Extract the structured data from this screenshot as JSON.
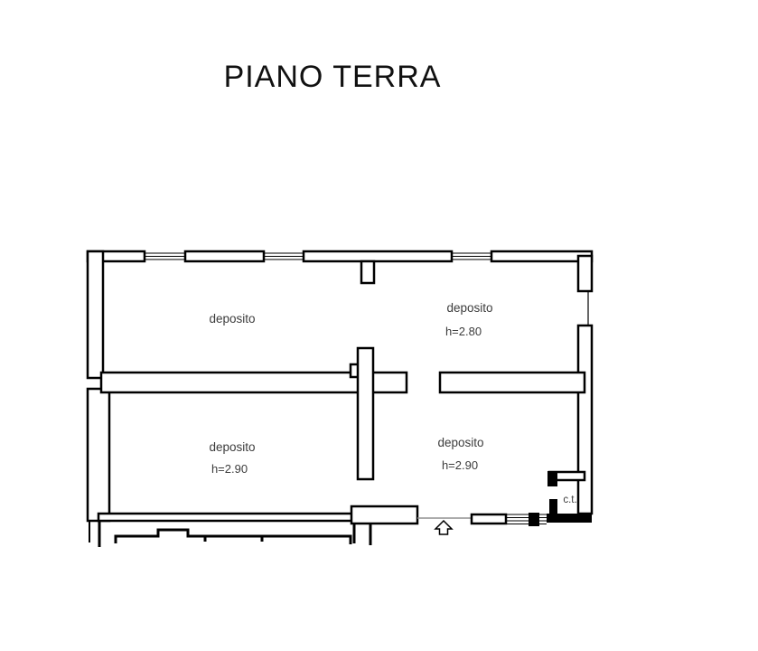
{
  "page": {
    "background": "#ffffff"
  },
  "title": "PIANO TERRA",
  "floor_plan": {
    "rooms": [
      {
        "id": "deposito-upper-left",
        "label": "deposito",
        "height_note": ""
      },
      {
        "id": "deposito-upper-right",
        "label": "deposito",
        "height_note": "h=2.80"
      },
      {
        "id": "deposito-lower-left",
        "label": "deposito",
        "height_note": "h=2.90"
      },
      {
        "id": "deposito-lower-right",
        "label": "deposito",
        "height_note": "h=2.90"
      },
      {
        "id": "ct-room",
        "label": "c.t.",
        "height_note": ""
      }
    ],
    "icons": [
      {
        "name": "entrance-arrow-icon",
        "meaning": "entrance direction arrow at door opening"
      },
      {
        "name": "window-icon",
        "meaning": "window shown as parallel thin lines in wall"
      }
    ],
    "colors": {
      "wall_stroke": "#000000",
      "wall_fill": "#ffffff",
      "threshold_line": "#8f8f8f",
      "label_text": "#3c3c3c",
      "title_text": "#111111"
    }
  }
}
